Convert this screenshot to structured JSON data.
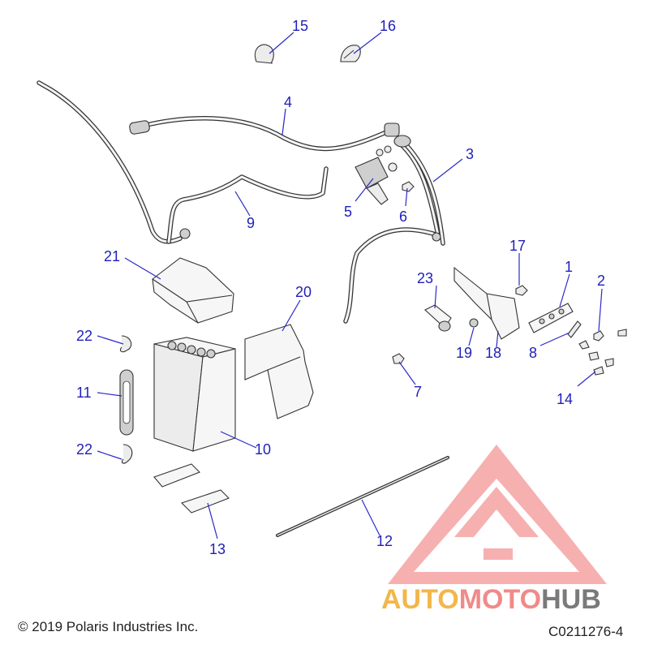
{
  "callouts": [
    {
      "id": "1",
      "label": "1"
    },
    {
      "id": "2",
      "label": "2"
    },
    {
      "id": "3",
      "label": "3"
    },
    {
      "id": "4",
      "label": "4"
    },
    {
      "id": "5",
      "label": "5"
    },
    {
      "id": "6",
      "label": "6"
    },
    {
      "id": "7",
      "label": "7"
    },
    {
      "id": "8",
      "label": "8"
    },
    {
      "id": "9",
      "label": "9"
    },
    {
      "id": "10",
      "label": "10"
    },
    {
      "id": "11",
      "label": "11"
    },
    {
      "id": "12",
      "label": "12"
    },
    {
      "id": "13",
      "label": "13"
    },
    {
      "id": "14",
      "label": "14"
    },
    {
      "id": "15",
      "label": "15"
    },
    {
      "id": "16",
      "label": "16"
    },
    {
      "id": "17",
      "label": "17"
    },
    {
      "id": "18",
      "label": "18"
    },
    {
      "id": "19",
      "label": "19"
    },
    {
      "id": "20",
      "label": "20"
    },
    {
      "id": "21",
      "label": "21"
    },
    {
      "id": "22a",
      "label": "22"
    },
    {
      "id": "22b",
      "label": "22"
    },
    {
      "id": "23",
      "label": "23"
    }
  ],
  "footer": {
    "copyright": "© 2019 Polaris Industries Inc.",
    "diagram_code": "C0211276-4"
  },
  "watermark": {
    "part1": "AUTO",
    "part2": "MOTO",
    "part3": "HUB",
    "colors": {
      "auto": "#f2b64a",
      "moto": "#f08a8a",
      "hub": "#7a7a7a",
      "triangle": "#f07070"
    }
  },
  "colors": {
    "callout_text": "#1f1fb8",
    "leader": "#2a2ac8"
  }
}
